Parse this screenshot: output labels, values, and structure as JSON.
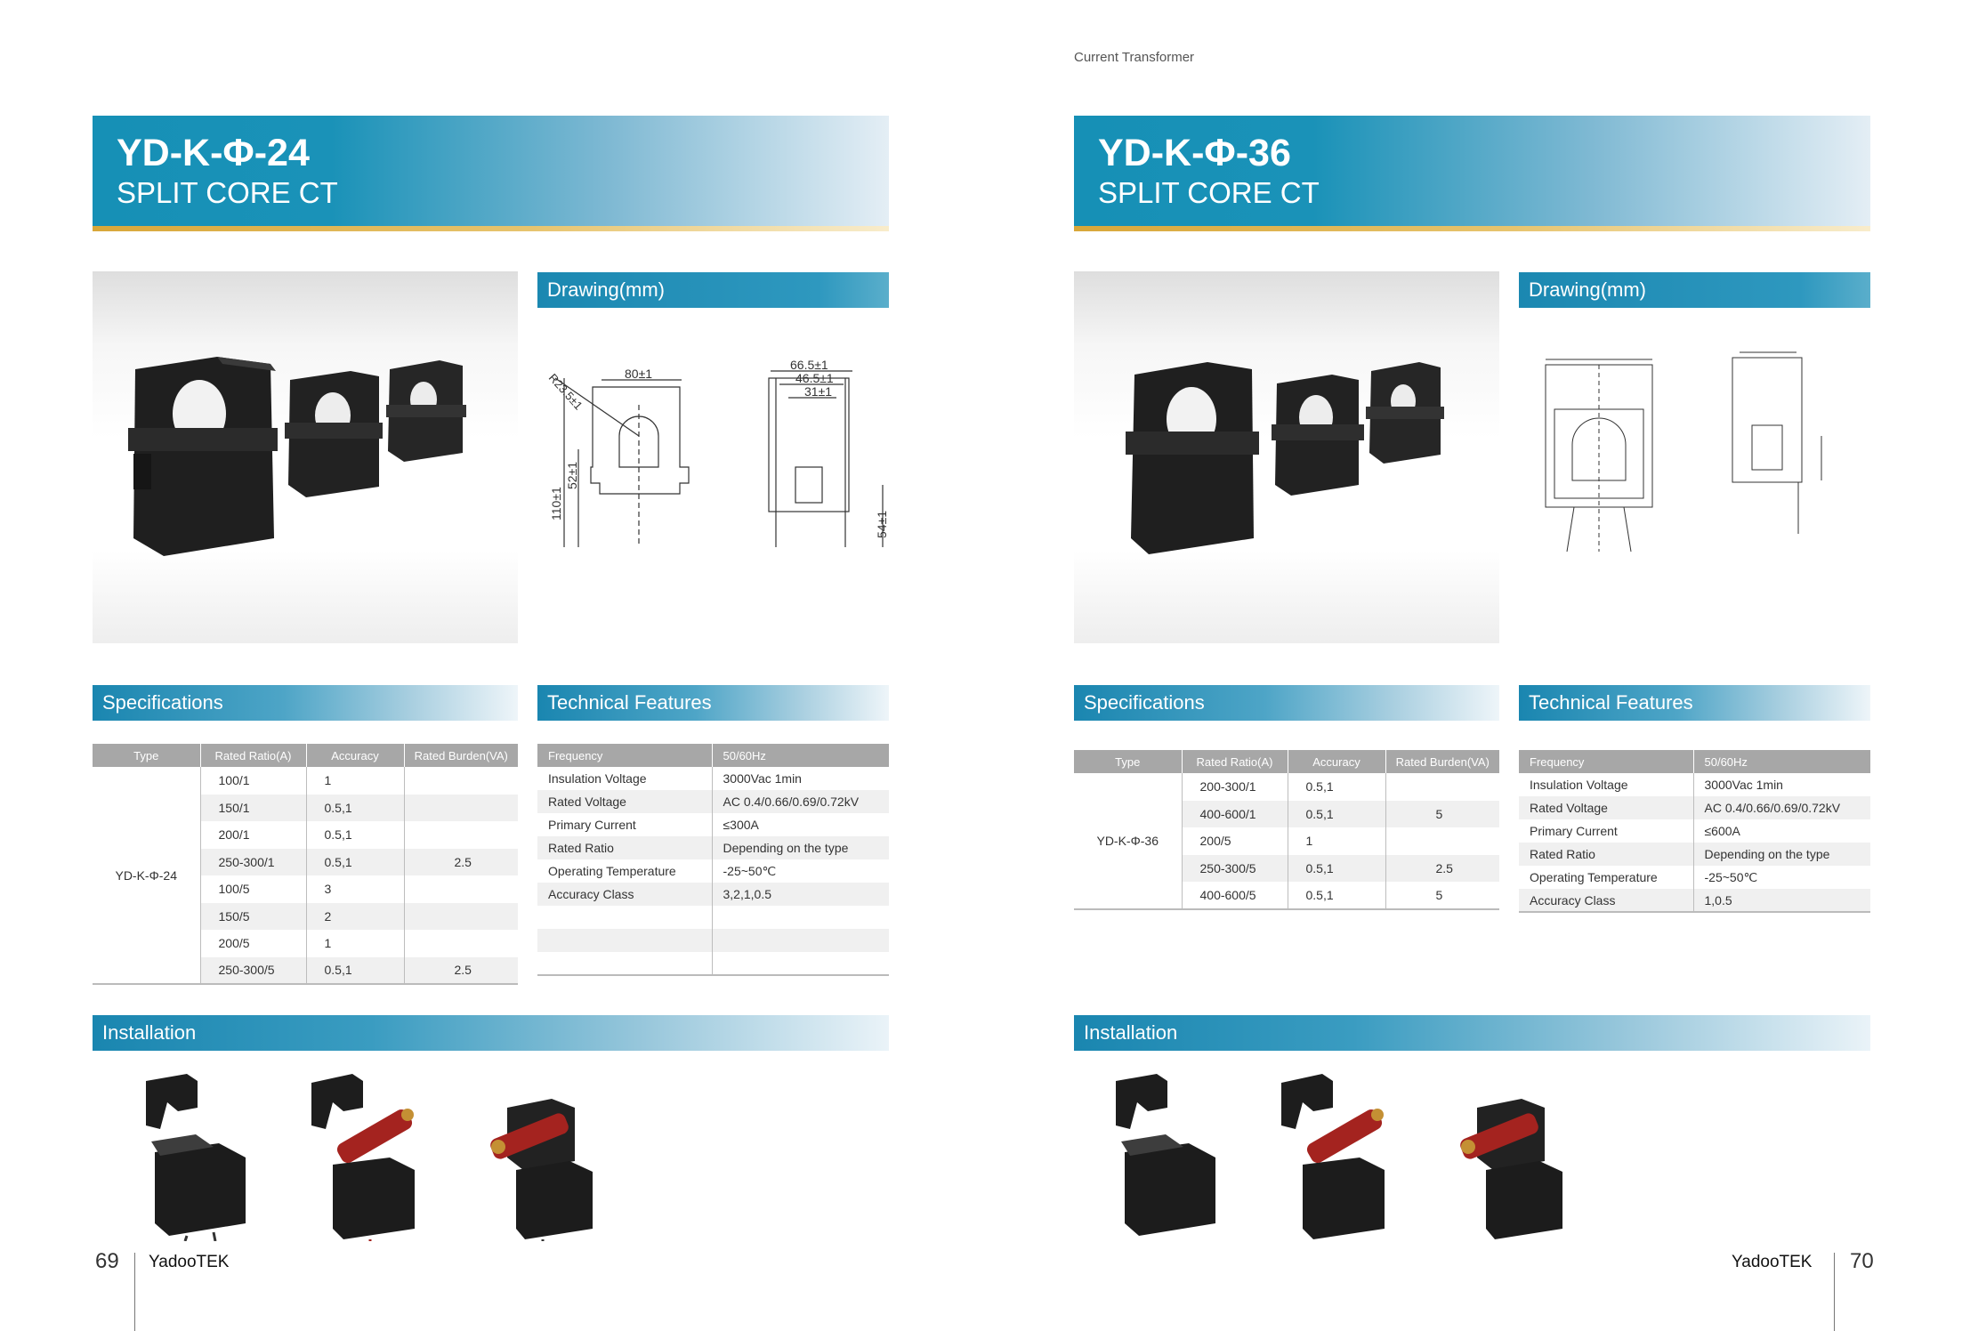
{
  "left_page": {
    "model": "YD-K-Φ-24",
    "subtitle": "SPLIT CORE CT",
    "drawing_heading": "Drawing(mm)",
    "spec_heading": "Specifications",
    "feature_heading": "Technical Features",
    "install_heading": "Installation",
    "drawing_labels": [
      "R23.5±1",
      "80±1",
      "110±1",
      "52±1",
      "66.5±1",
      "46.5±1",
      "31±1",
      "54±1"
    ],
    "spec_table": {
      "headers": [
        "Type",
        "Rated Ratio(A)",
        "Accuracy",
        "Rated Burden(VA)"
      ],
      "type": "YD-K-Φ-24",
      "rows": [
        [
          "100/1",
          "1",
          ""
        ],
        [
          "150/1",
          "0.5,1",
          ""
        ],
        [
          "200/1",
          "0.5,1",
          ""
        ],
        [
          "250-300/1",
          "0.5,1",
          "2.5"
        ],
        [
          "100/5",
          "3",
          ""
        ],
        [
          "150/5",
          "2",
          ""
        ],
        [
          "200/5",
          "1",
          ""
        ],
        [
          "250-300/5",
          "0.5,1",
          "2.5"
        ]
      ]
    },
    "feature_table": {
      "headers": [
        "Frequency",
        "50/60Hz"
      ],
      "rows": [
        [
          "Insulation Voltage",
          "3000Vac 1min"
        ],
        [
          "Rated Voltage",
          "AC 0.4/0.66/0.69/0.72kV"
        ],
        [
          "Primary Current",
          "≤300A"
        ],
        [
          "Rated Ratio",
          "Depending on the type"
        ],
        [
          "Operating Temperature",
          "-25~50℃"
        ],
        [
          "Accuracy Class",
          "3,2,1,0.5"
        ],
        [
          "",
          ""
        ],
        [
          "",
          ""
        ],
        [
          "",
          ""
        ]
      ]
    },
    "page_number": "69",
    "brand": "YadooTEK"
  },
  "right_page": {
    "running_header": "Current Transformer",
    "model": "YD-K-Φ-36",
    "subtitle": "SPLIT CORE CT",
    "drawing_heading": "Drawing(mm)",
    "spec_heading": "Specifications",
    "feature_heading": "Technical Features",
    "install_heading": "Installation",
    "spec_table": {
      "headers": [
        "Type",
        "Rated Ratio(A)",
        "Accuracy",
        "Rated Burden(VA)"
      ],
      "type": "YD-K-Φ-36",
      "rows": [
        [
          "200-300/1",
          "0.5,1",
          ""
        ],
        [
          "400-600/1",
          "0.5,1",
          "5"
        ],
        [
          "200/5",
          "1",
          ""
        ],
        [
          "250-300/5",
          "0.5,1",
          "2.5"
        ],
        [
          "400-600/5",
          "0.5,1",
          "5"
        ]
      ]
    },
    "feature_table": {
      "headers": [
        "Frequency",
        "50/60Hz"
      ],
      "rows": [
        [
          "Insulation Voltage",
          "3000Vac 1min"
        ],
        [
          "Rated Voltage",
          "AC 0.4/0.66/0.69/0.72kV"
        ],
        [
          "Primary Current",
          "≤600A"
        ],
        [
          "Rated Ratio",
          "Depending on the type"
        ],
        [
          "Operating Temperature",
          "-25~50℃"
        ],
        [
          "Accuracy Class",
          "1,0.5"
        ]
      ]
    },
    "page_number": "70",
    "brand": "YadooTEK"
  }
}
